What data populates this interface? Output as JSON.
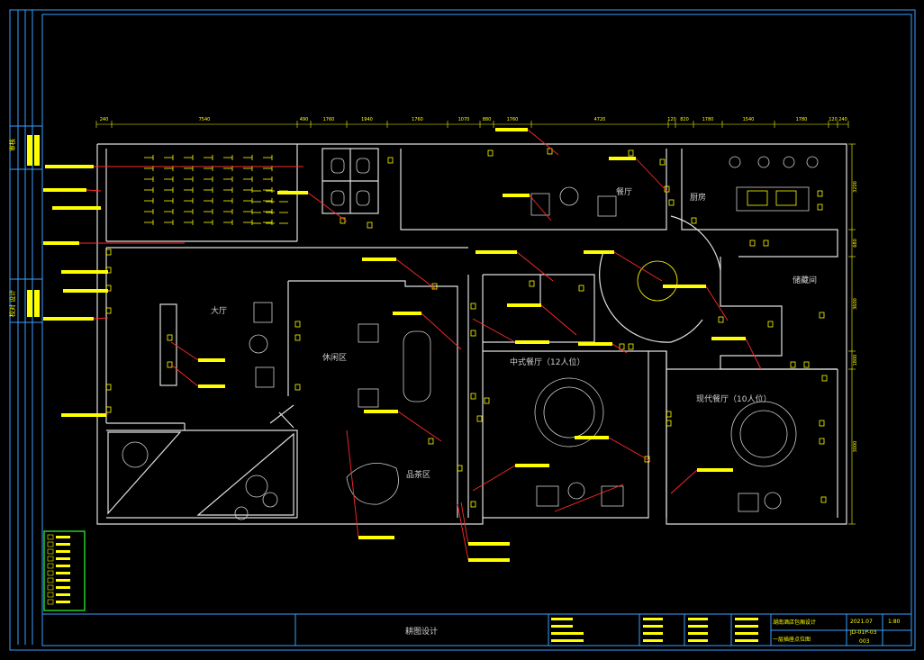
{
  "rooms": {
    "hall": "大厅",
    "rest_area": "休闲区",
    "tasting_area": "品茶区",
    "kitchen": "厨房",
    "dining": "餐厅",
    "storage": "储藏间",
    "vip_12": "中式餐厅（12人位）",
    "vip_10": "现代餐厅（10人位）"
  },
  "dimensions": {
    "top": [
      "240",
      "7540",
      "490",
      "1760",
      "1940",
      "1760",
      "1070",
      "880",
      "1760",
      "4720",
      "120",
      "820",
      "1780",
      "1540",
      "1780",
      "120",
      "240"
    ],
    "right": [
      "3200",
      "680",
      "3600",
      "1800",
      "3000"
    ]
  },
  "sidebar": {
    "cell_top": "审核",
    "cell_mid": "校对 设计"
  },
  "title_block": {
    "studio": "耕图设计",
    "project": "湖南酒店包厢设计",
    "drawing_name": "一层插座点位图",
    "date": "2021.07",
    "scale": "1:80",
    "drawing_no": "JD-01P-03",
    "page": "003"
  },
  "colors": {
    "background": "#000000",
    "wall": "#e0e0e0",
    "frame": "#3aa0ff",
    "tag": "#ffff00",
    "leader": "#ff2a2a",
    "legend_border": "#22cc22"
  }
}
